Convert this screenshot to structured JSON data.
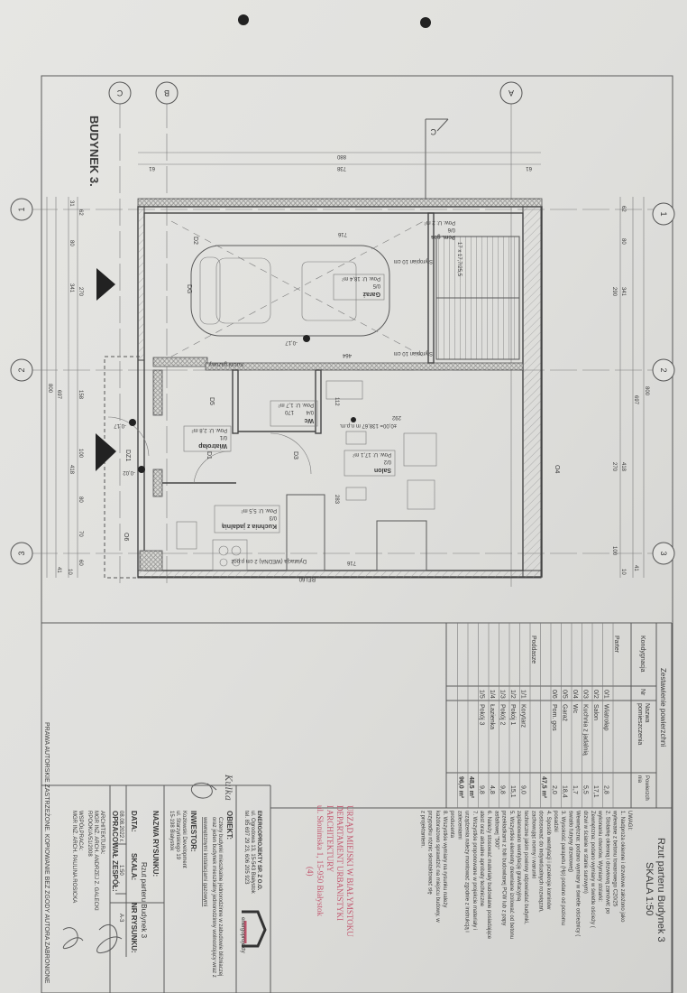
{
  "building_title": "BUDYNEK 3.",
  "axes": {
    "letters": [
      "A",
      "B",
      "C"
    ],
    "numbers": [
      "1",
      "2",
      "3"
    ],
    "section_mark": "C"
  },
  "top_dims": {
    "total": "880",
    "inner": "738",
    "left": "61",
    "right": "61"
  },
  "left_dims": [
    "31",
    "62",
    "80",
    "341",
    "270",
    "800",
    "697",
    "158",
    "100",
    "418",
    "80",
    "70",
    "60",
    "41",
    "10"
  ],
  "right_dims": [
    "62",
    "80",
    "341",
    "290",
    "800",
    "697",
    "418",
    "270",
    "100",
    "41",
    "10"
  ],
  "rooms": {
    "garage": {
      "name": "Garaż",
      "nr": "0/5",
      "area": "Pow. U: 18,4 m²"
    },
    "wc": {
      "name": "Wc",
      "nr": "0/4",
      "dim": "170",
      "area": "Pow. U: 1,7 m²"
    },
    "vestibule": {
      "name": "Wiatrołap",
      "nr": "0/1",
      "area": "Pow. U: 2,8 m²"
    },
    "living": {
      "name": "Salon",
      "nr": "0/2",
      "area": "Pow. U: 17,1 m²"
    },
    "kitchen": {
      "name": "Kuchnia z jadalnią",
      "nr": "0/3",
      "area": "Pow. U: 5,5 m²"
    },
    "utility": {
      "name": "Pom. gos",
      "nr": "0/6",
      "area": "Pow. U: 2 m²"
    }
  },
  "plan_labels": {
    "level": "±0,00= 138,67 m n.p.m.",
    "dim_292": "292",
    "dim_716": "716",
    "dim_464": "464",
    "dim_283": "283",
    "dim_112": "112",
    "styropian_1": "Styropian 10 cm",
    "styropian_2": "Styropian 10 cm",
    "boiler": "Kocioł gazowy",
    "stairs": "17 x 17,7/25,5",
    "dilatation": "Dylatacja (WEDNA) 2 cm p.poż",
    "rei": "REI 60",
    "door_dg": "DG",
    "door_d1": "D1",
    "door_d3": "D3",
    "door_d5": "D5",
    "door_dz1": "DZ1",
    "door_d2": "D2",
    "window_o4": "O4",
    "window_o6": "O6",
    "height_1": "-0,17",
    "height_2": "-0,17",
    "height_3": "-0,02",
    "height_4": "-0,17"
  },
  "area_table": {
    "title": "Zestawienie powierzchni",
    "headers": {
      "level": "Kondygnacja",
      "nr": "Nr",
      "name_1": "Nazwa",
      "name_2": "pomieszczenia",
      "area_1": "Powierzch",
      "area_2": "nia"
    },
    "groups": [
      {
        "level": "Parter",
        "rows": [
          {
            "nr": "0/1",
            "name": "Wiatrołap",
            "area": "2,8"
          },
          {
            "nr": "0/2",
            "name": "Salon",
            "area": "17,1"
          },
          {
            "nr": "0/3",
            "name": "Kuchnia z jadalnią",
            "area": "5,5"
          },
          {
            "nr": "0/4",
            "name": "Wc",
            "area": "1,7"
          },
          {
            "nr": "0/5",
            "name": "Garaż",
            "area": "18,4"
          },
          {
            "nr": "0/6",
            "name": "Pom. gos",
            "area": "2,0"
          }
        ],
        "total": "47,5 m²"
      },
      {
        "level": "Poddasze",
        "rows": [
          {
            "nr": "1/1",
            "name": "Korytarz",
            "area": "9,0"
          },
          {
            "nr": "1/2",
            "name": "Pokój 1",
            "area": "15,1"
          },
          {
            "nr": "1/3",
            "name": "Pokój 2",
            "area": "9,8"
          },
          {
            "nr": "1/4",
            "name": "Łazienka",
            "area": "4,8"
          },
          {
            "nr": "1/5",
            "name": "Pokój 3",
            "area": "9,8"
          }
        ],
        "total": "48,5 m²"
      }
    ],
    "grand_total": "96,0 m²"
  },
  "drawing_title": {
    "line1": "Rzut parteru Budynek 3",
    "line2": "SKALA 1:50"
  },
  "notes": [
    "UWAGI:",
    "1. Nadproża okienne i drzwiowe założono jako",
    "wylewane z betonu towarowego C20/25",
    "2. Stolarkę okienną i drzwiową zamówić po",
    "wykonaniu otworów. Wymiary stolarki:",
    "Zewnętrzna: podano wymiary w świetle ościeży (",
    "drzwi w ścianie w stanie surowym)",
    "Wewnętrzna: podano wymiary w świetle ościeżnicy (",
    "światło futryny drzwiowej)",
    "3. Wysokość parapetu (Hp) podano od poziomu",
    "posadzki",
    "4. Sposób wentylacji i przekroje kominów",
    "dostosować do indywidualnych rozwiązań,",
    "zachowując normy i warunki",
    "techniczne jakim powinny odpowiadać budynki,",
    "zaplanowano wentylację grawitacyjną",
    "5. Wszystkie elementy drewniane izolować od betonu",
    "przekładkami z folii budowlanej PCW lub z papy",
    "asfaltowej \"500\"",
    "6. Należy stosować materiały budowlane posiadające",
    "atest oraz aktualne aprobaty techniczne",
    "7. Wszystkie proponowane w projekcie materiały i",
    "urządzenia należy montować zgodnie z instrukcją i",
    "zaleceniami",
    "producenta",
    "8. Wszystkie wymiary na rysunku należy",
    "każdorazowo sprawdzić na miejscu budowy, w",
    "przypadku różnic skontaktować się",
    "z projektantem."
  ],
  "stamp": [
    "URZĄD MIEJSKI W BIAŁYMSTOKU",
    "DEPARTAMENT URBANISTYKI",
    "I ARCHITEKTURY",
    "ul. Słonimska 1, 15-950 Białystok",
    "(4)"
  ],
  "company": {
    "name": "ENERGOPROJEKTY SP. Z O.O.",
    "address": "ul. Ogrodowa 13, 15-543 Białystok",
    "phone": "tel. 85 697 29 23, 606 205 923",
    "logo_text": "energoprojekty"
  },
  "object": {
    "label": "OBIEKT:",
    "lines": [
      "Cztery budynki mieszkalne jednorodzinne w zabudowie bliźniaczej",
      "oraz jeden budynek mieszkalny jednorodzinny wolnostojący wraz z",
      "wewnętrznymi instalacjami gazowymi"
    ]
  },
  "investor": {
    "label": "INWESTOR:",
    "lines": [
      "Kozłowski Development",
      "ul. Starzyńskiego 19",
      "15-198 Białystok"
    ]
  },
  "drawing_name": {
    "label": "NAZWA RYSUNKU:",
    "value": "Rzut parteru Budynek 3"
  },
  "meta": {
    "date_label": "DATA:",
    "date": "08.08.2022 r.",
    "scale_label": "SKALA:",
    "scale": "1:50",
    "nr_label": "NR RYSUNKU:",
    "nr": "A-3"
  },
  "team": {
    "label": "OPRACOWAŁ ZESPÓŁ:",
    "arch_label": "ARCHITEKTURA:",
    "arch_name": "MGR INŻ. ARCH. ANDRZEJ Z. GALECKI",
    "arch_license": "RPOOK/A/51/2008",
    "coop_label": "WSPÓŁPRACA:",
    "coop_name": "MGR INŻ. ARCH. PAULINA ROSICKA"
  },
  "handwritten": "Kulka",
  "copyright": "PRAWA AUTORSKIE ZASTRZEŻONE. KOPIOWANIE BEZ ZGODY AUTORA ZABRONIONE"
}
